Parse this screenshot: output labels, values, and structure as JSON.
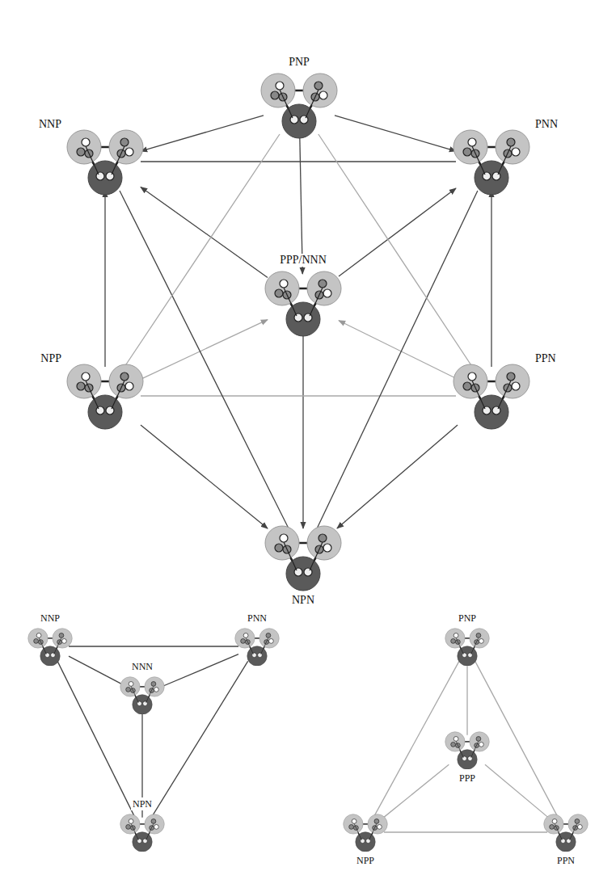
{
  "diagram": {
    "nodes": [
      {
        "text": [
          "PNP"
        ]
      },
      {
        "text": [
          "NNP"
        ]
      },
      {
        "text": [
          "PNN"
        ]
      },
      {
        "text": [
          "PPP/NNN"
        ]
      },
      {
        "text": [
          "NPP"
        ]
      },
      {
        "text": [
          "PPN"
        ]
      },
      {
        "text": [
          "NPN"
        ]
      },
      {
        "text": [
          "NNP"
        ]
      },
      {
        "text": [
          "PNN"
        ]
      },
      {
        "text": [
          "NNN"
        ]
      },
      {
        "text": [
          "NPN"
        ]
      },
      {
        "text": [
          "PNP"
        ]
      },
      {
        "text": [
          "PPP"
        ]
      },
      {
        "text": [
          "NPP"
        ]
      },
      {
        "text": [
          "PPN"
        ]
      }
    ],
    "edges": [
      {
        "from": 0,
        "to": 1,
        "arrow": "to"
      },
      {
        "from": 0,
        "to": 2,
        "arrow": "to"
      },
      {
        "from": 4,
        "to": 1,
        "arrow": "to"
      },
      {
        "from": 5,
        "to": 2,
        "arrow": "to"
      },
      {
        "from": 4,
        "to": 6,
        "arrow": "to"
      },
      {
        "from": 5,
        "to": 6,
        "arrow": "to"
      },
      {
        "from": 0,
        "to": 3,
        "arrow": "to"
      },
      {
        "from": 3,
        "to": 6,
        "arrow": "to"
      },
      {
        "from": 3,
        "to": 1,
        "arrow": "to"
      },
      {
        "from": 3,
        "to": 2,
        "arrow": "to"
      },
      {
        "from": 4,
        "to": 3,
        "arrow": "to"
      },
      {
        "from": 5,
        "to": 3,
        "arrow": "to"
      },
      {
        "from": 1,
        "to": 2,
        "arrow": "none"
      },
      {
        "from": 4,
        "to": 5,
        "arrow": "none"
      },
      {
        "from": 1,
        "to": 6,
        "arrow": "none"
      },
      {
        "from": 2,
        "to": 6,
        "arrow": "none"
      },
      {
        "from": 0,
        "to": 4,
        "arrow": "none"
      },
      {
        "from": 0,
        "to": 5,
        "arrow": "none"
      },
      {
        "from": 7,
        "to": 8,
        "arrow": "none"
      },
      {
        "from": 7,
        "to": 10,
        "arrow": "none"
      },
      {
        "from": 8,
        "to": 10,
        "arrow": "none"
      },
      {
        "from": 9,
        "to": 7,
        "arrow": "none"
      },
      {
        "from": 9,
        "to": 8,
        "arrow": "none"
      },
      {
        "from": 9,
        "to": 10,
        "arrow": "none"
      },
      {
        "from": 11,
        "to": 13,
        "arrow": "none"
      },
      {
        "from": 11,
        "to": 14,
        "arrow": "none"
      },
      {
        "from": 13,
        "to": 14,
        "arrow": "none"
      },
      {
        "from": 12,
        "to": 11,
        "arrow": "none"
      },
      {
        "from": 12,
        "to": 13,
        "arrow": "none"
      },
      {
        "from": 12,
        "to": 14,
        "arrow": "none"
      }
    ]
  }
}
